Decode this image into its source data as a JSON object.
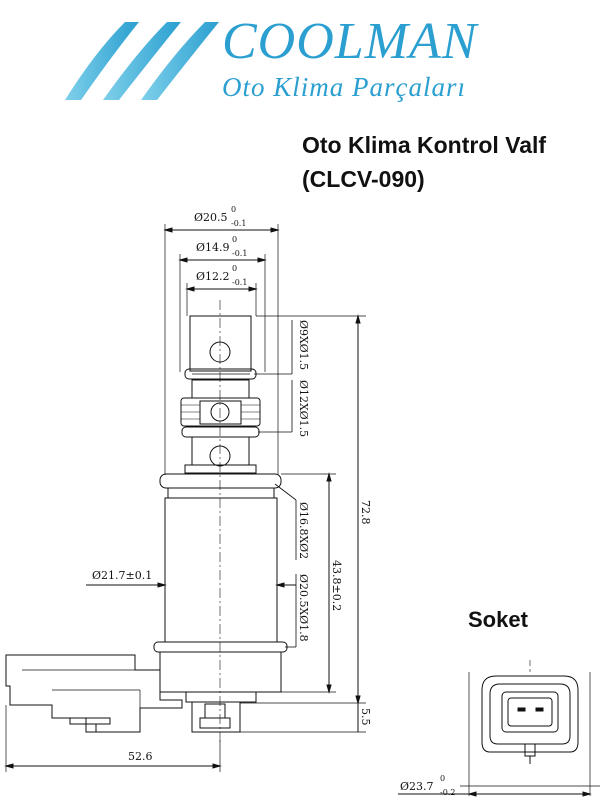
{
  "brand": {
    "name": "COOLMAN",
    "tagline": "Oto Klima Parçaları",
    "color": "#2a9fd0"
  },
  "product": {
    "title": "Oto Klima Kontrol Valf",
    "code": "(CLCV-090)"
  },
  "socket_label": "Soket",
  "dimensions": {
    "d20_5": "Ø20.5",
    "d20_5_tol_upper": "0",
    "d20_5_tol_lower": "-0.1",
    "d14_9": "Ø14.9",
    "d14_9_tol_upper": "0",
    "d14_9_tol_lower": "-0.1",
    "d12_2": "Ø12.2",
    "d12_2_tol_upper": "0",
    "d12_2_tol_lower": "-0.1",
    "oring1": "Ø9XØ1.5",
    "oring2": "Ø12XØ1.5",
    "oring3": "Ø16.8XØ2",
    "oring4": "Ø20.5XØ1.8",
    "body_dia": "Ø21.7±0.1",
    "length_total": "72.8",
    "length_body": "43.8±0.2",
    "length_bottom": "5.5",
    "width_connector": "52.6",
    "socket_dia": "Ø23.7",
    "socket_tol_upper": "0",
    "socket_tol_lower": "-0.2"
  }
}
